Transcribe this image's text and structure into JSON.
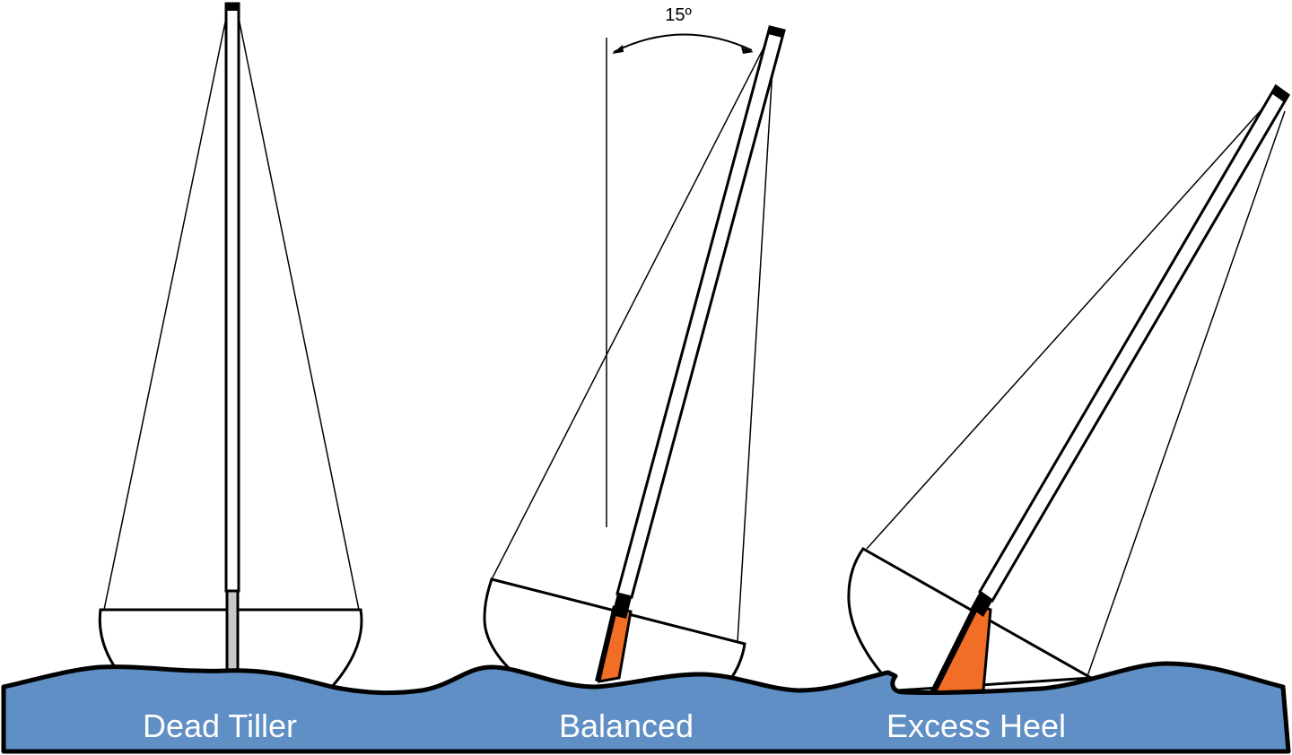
{
  "colors": {
    "water": "#5f8fc5",
    "rudder": "#f26d25",
    "outline": "#000000",
    "sail": "#ffffff",
    "mast_base_vertical": "#c8c8c8"
  },
  "angle_annotation": {
    "label": "15º",
    "heel_degrees": 15
  },
  "boats": [
    {
      "id": "dead-tiller",
      "label": "Dead Tiller",
      "heel_degrees": 0
    },
    {
      "id": "balanced",
      "label": "Balanced",
      "heel_degrees": 15
    },
    {
      "id": "excess-heel",
      "label": "Excess Heel",
      "heel_degrees": 35
    }
  ]
}
